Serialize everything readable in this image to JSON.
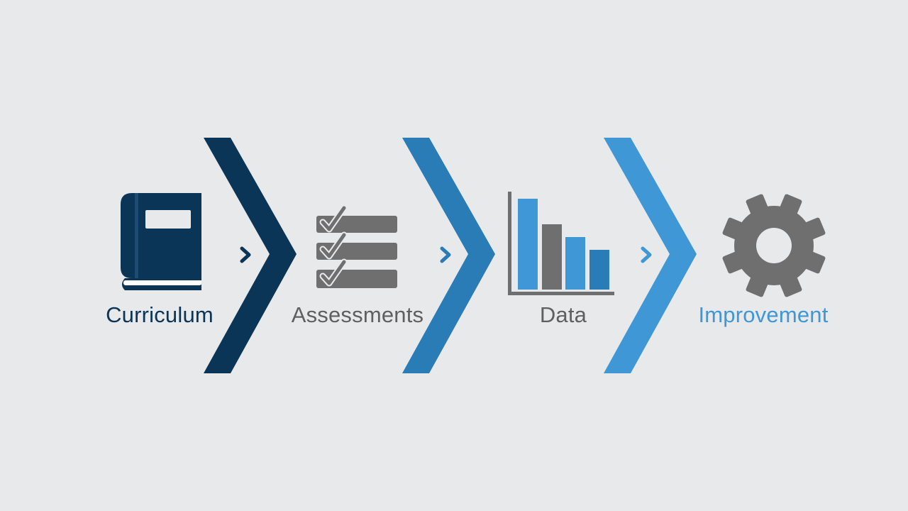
{
  "colors": {
    "background": "#e8e9eb",
    "navy": "#0b3556",
    "mid_blue": "#2a7cb6",
    "light_blue": "#3f97d5",
    "gray": "#6f6f70"
  },
  "steps": [
    {
      "label": "Curriculum",
      "icon": "book-icon",
      "color": "#0b3556"
    },
    {
      "label": "Assessments",
      "icon": "checklist-icon",
      "color": "#5f5f60"
    },
    {
      "label": "Data",
      "icon": "bar-chart-icon",
      "color": "#5f5f60"
    },
    {
      "label": "Improvement",
      "icon": "gear-icon",
      "color": "#3f97d5"
    }
  ],
  "connectors": [
    {
      "icon": "large-chevron-icon",
      "color": "#0b3556"
    },
    {
      "icon": "large-chevron-icon",
      "color": "#2a7cb6"
    },
    {
      "icon": "large-chevron-icon",
      "color": "#3f97d5"
    }
  ],
  "small_chevrons": [
    {
      "icon": "small-chevron-icon",
      "color": "#0b3556"
    },
    {
      "icon": "small-chevron-icon",
      "color": "#2a7cb6"
    },
    {
      "icon": "small-chevron-icon",
      "color": "#3f97d5"
    }
  ]
}
